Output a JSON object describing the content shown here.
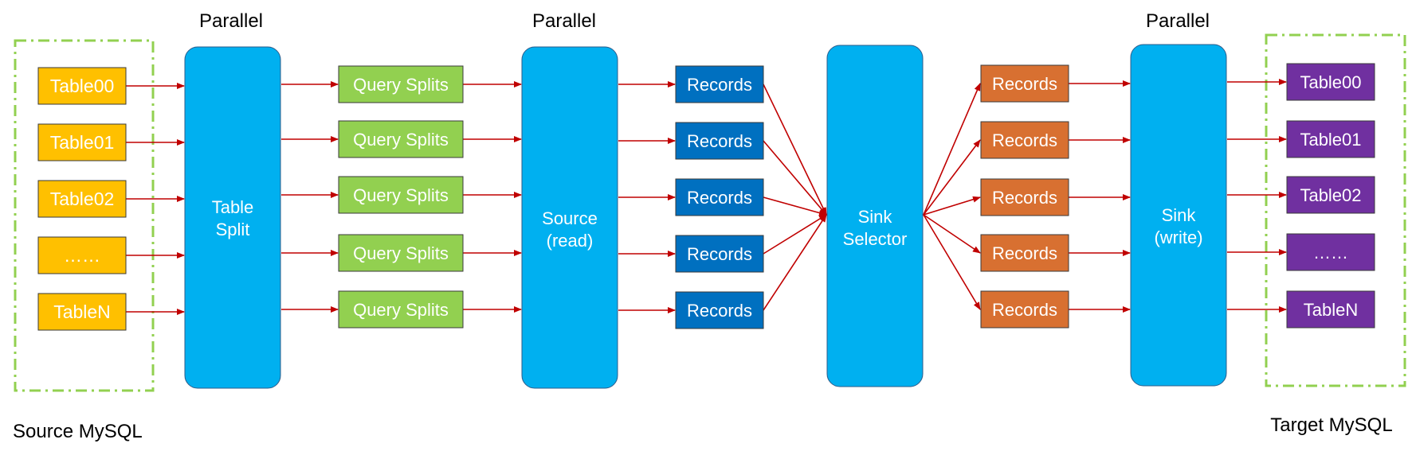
{
  "headers": {
    "parallel_1": "Parallel",
    "parallel_2": "Parallel",
    "parallel_3": "Parallel"
  },
  "source_group": {
    "label": "Source MySQL",
    "tables": [
      "Table00",
      "Table01",
      "Table02",
      "……",
      "TableN"
    ]
  },
  "target_group": {
    "label": "Target MySQL",
    "tables": [
      "Table00",
      "Table01",
      "Table02",
      "……",
      "TableN"
    ]
  },
  "stages": {
    "table_split": [
      "Table",
      "Split"
    ],
    "source_read": [
      "Source",
      "(read)"
    ],
    "sink_selector": [
      "Sink",
      "Selector"
    ],
    "sink_write": [
      "Sink",
      "(write)"
    ]
  },
  "query_splits": [
    "Query Splits",
    "Query Splits",
    "Query Splits",
    "Query Splits",
    "Query Splits"
  ],
  "records_in": [
    "Records",
    "Records",
    "Records",
    "Records",
    "Records"
  ],
  "records_out": [
    "Records",
    "Records",
    "Records",
    "Records",
    "Records"
  ],
  "colors": {
    "source_table": "#FFC000",
    "query_split": "#92D050",
    "records_in": "#0070C0",
    "records_out": "#D87031",
    "target_table": "#7030A0",
    "stage": "#00B0F0",
    "arrow": "#C00000",
    "group_border": "#92D050"
  }
}
